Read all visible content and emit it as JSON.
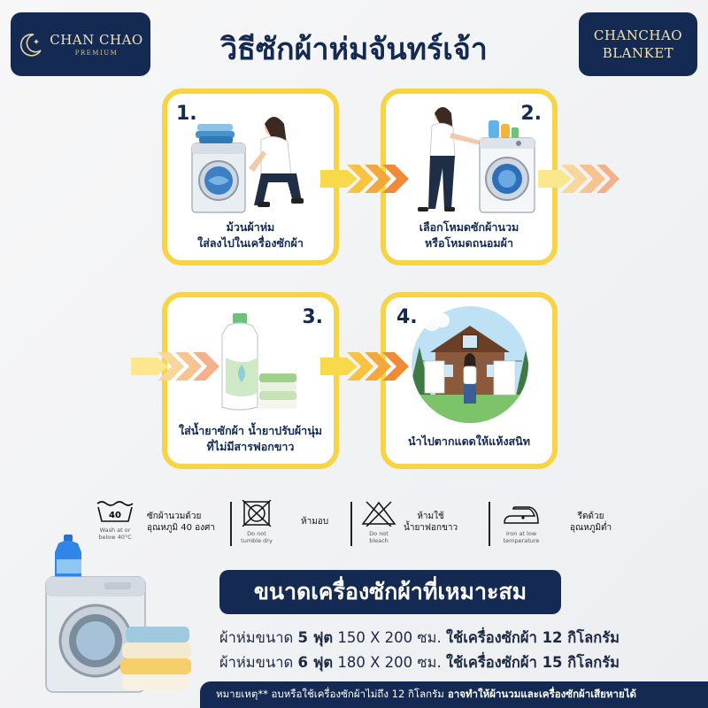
{
  "brand": {
    "logo_main": "CHAN CHAO",
    "logo_sub": "PREMIUM",
    "right_line1": "CHANCHAO",
    "right_line2": "BLANKET"
  },
  "title": "วิธีซักผ้าห่มจันทร์เจ้า",
  "steps": [
    {
      "num": "1.",
      "line1": "ม้วนผ้าห่ม",
      "line2": "ใส่ลงไปในเครื่องซักผ้า"
    },
    {
      "num": "2.",
      "line1": "เลือกโหมดซักผ้านวม",
      "line2": "หรือโหมดถนอมผ้า"
    },
    {
      "num": "3.",
      "line1": "ใส่น้ำยาซักผ้า น้ำยาปรับผ้านุ่ม",
      "line2": "ที่ไม่มีสารฟอกขาว"
    },
    {
      "num": "4.",
      "line1": "นำไปตากแดดให้แห้งสนิท",
      "line2": ""
    }
  ],
  "care": [
    {
      "icon_text": "40",
      "small1": "Wash at or",
      "small2": "below 40°C",
      "label1": "ซักผ้านวมด้วย",
      "label2": "อุณหภูมิ 40 องศา"
    },
    {
      "small1": "Do not",
      "small2": "tumble dry",
      "label1": "ห้ามอบ",
      "label2": ""
    },
    {
      "small1": "Do not",
      "small2": "bleach",
      "label1": "ห้ามใช้",
      "label2": "น้ำยาฟอกขาว"
    },
    {
      "small1": "Iron at low",
      "small2": "temperature",
      "label1": "รีดด้วย",
      "label2": "อุณหภูมิต่ำ"
    }
  ],
  "size": {
    "banner": "ขนาดเครื่องซักผ้าที่เหมาะสม",
    "line1_a": "ผ้าห่มขนาด ",
    "line1_b": "5 ฟุต",
    "line1_c": " 150 X 200 ซม. ",
    "line1_d": "ใช้เครื่องซักผ้า 12 กิโลกรัม",
    "line2_a": "ผ้าห่มขนาด ",
    "line2_b": "6 ฟุต",
    "line2_c": " 180 X 200 ซม. ",
    "line2_d": "ใช้เครื่องซักผ้า 15 กิโลกรัม"
  },
  "note": {
    "normal": "หมายเหตุ** อบหรือใช้เครื่องซักผ้าไม่ถึง 12 กิโลกรัม",
    "bold": "อาจทำให้ผ้านวมและเครื่องซักผ้าเสียหายได้"
  },
  "colors": {
    "navy": "#142a52",
    "gold": "#e6d7a8",
    "card_border": "#f7d444",
    "arrow_yellow": "#f8d94a",
    "arrow_orange": "#f39a3a"
  }
}
